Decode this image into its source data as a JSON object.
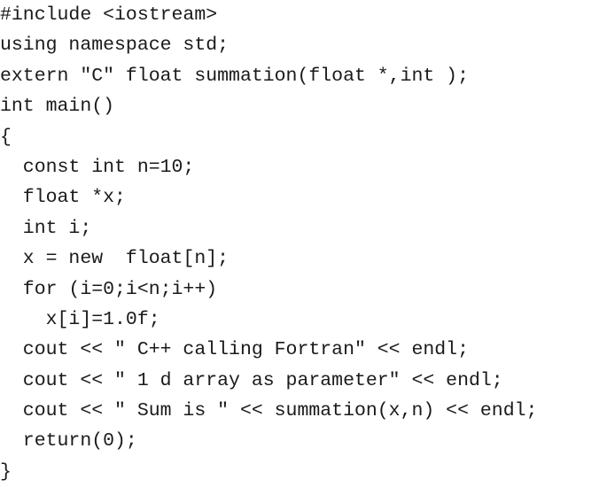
{
  "code": {
    "lines": [
      "#include <iostream>",
      "using namespace std;",
      "extern \"C\" float summation(float *,int );",
      "int main()",
      "{",
      "  const int n=10;",
      "  float *x;",
      "  int i;",
      "  x = new  float[n];",
      "  for (i=0;i<n;i++)",
      "    x[i]=1.0f;",
      "  cout << \" C++ calling Fortran\" << endl;",
      "  cout << \" 1 d array as parameter\" << endl;",
      "  cout << \" Sum is \" << summation(x,n) << endl;",
      "  return(0);",
      "}"
    ]
  }
}
